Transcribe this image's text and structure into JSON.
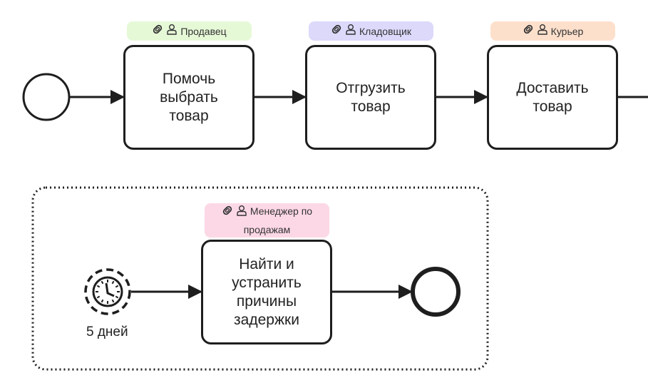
{
  "tasks": [
    {
      "label": "Помочь выбрать товар",
      "role": "Продавец",
      "role_color": "#e6f9d7"
    },
    {
      "label": "Отгрузить товар",
      "role": "Кладовщик",
      "role_color": "#dcd9fb"
    },
    {
      "label": "Доставить товар",
      "role": "Курьер",
      "role_color": "#fde0cc"
    }
  ],
  "subprocess": {
    "style": "dotted",
    "timer_event": {
      "label": "5 дней",
      "icon": "clock-icon"
    },
    "task": {
      "label": "Найти и устранить причины задержки",
      "role": "Менеджер по продажам",
      "role_color": "#fcd8e6"
    }
  },
  "icons": {
    "attachment": "paperclip-icon",
    "performer": "user-icon"
  }
}
